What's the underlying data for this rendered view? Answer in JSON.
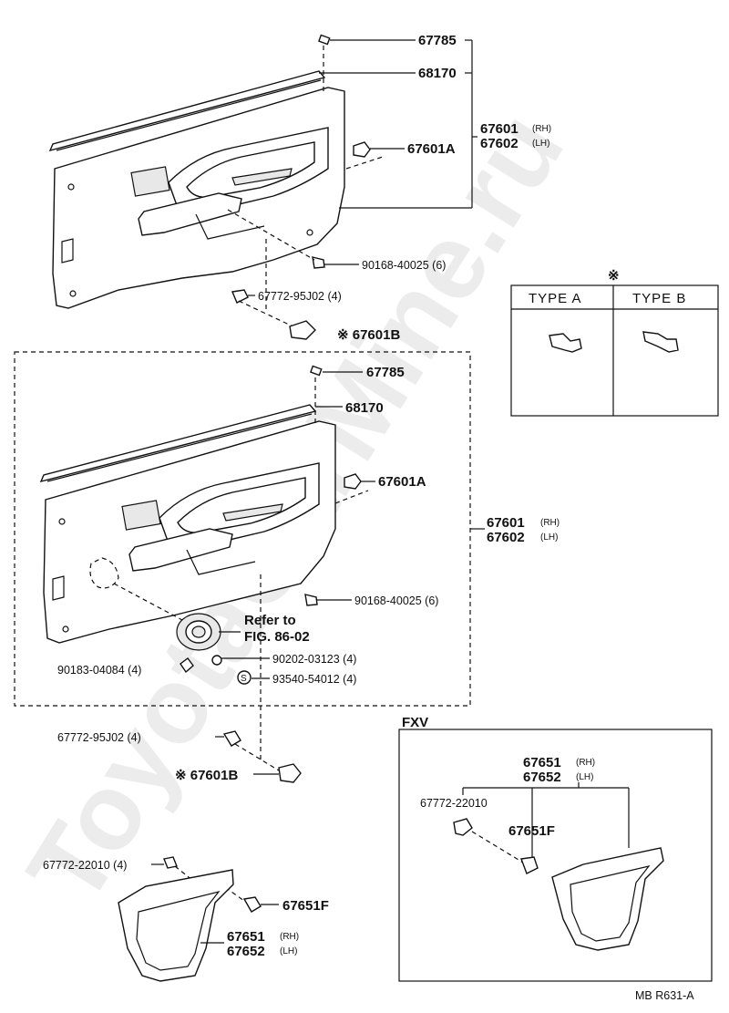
{
  "watermark": "ToyotaCarMine.ru",
  "type_table": {
    "mark": "※",
    "header_a": "TYPE  A",
    "header_b": "TYPE  B"
  },
  "upper_panel": {
    "clip_top": "67785",
    "weatherstrip": "68170",
    "panel_rh": "67601",
    "panel_rh_side": "(RH)",
    "panel_lh": "67602",
    "panel_lh_side": "(LH)",
    "clip_a": "67601A",
    "screw": "90168-40025 (6)",
    "screw2": "67772-95J02 (4)",
    "clip_b": "※ 67601B"
  },
  "lower_panel": {
    "clip_top": "67785",
    "weatherstrip": "68170",
    "clip_a": "67601A",
    "panel_rh": "67601",
    "panel_rh_side": "(RH)",
    "panel_lh": "67602",
    "panel_lh_side": "(LH)",
    "screw": "90168-40025 (6)",
    "refer_line1": "Refer to",
    "refer_line2": "FIG. 86-02",
    "nut": "90202-03123 (4)",
    "speaker_screw": "93540-54012 (4)",
    "s_mark": "S",
    "clip_left": "90183-04084 (4)"
  },
  "loose_parts": {
    "screw2": "67772-95J02 (4)",
    "clip_b": "※ 67601B"
  },
  "quarter_panel": {
    "screw": "67772-22010 (4)",
    "clip_f": "67651F",
    "panel_rh": "67651",
    "panel_rh_side": "(RH)",
    "panel_lh": "67652",
    "panel_lh_side": "(LH)"
  },
  "fxv": {
    "title": "FXV",
    "panel_rh": "67651",
    "panel_rh_side": "(RH)",
    "panel_lh": "67652",
    "panel_lh_side": "(LH)",
    "screw": "67772-22010",
    "clip_f": "67651F"
  },
  "figure_code": "MB  R631-A"
}
